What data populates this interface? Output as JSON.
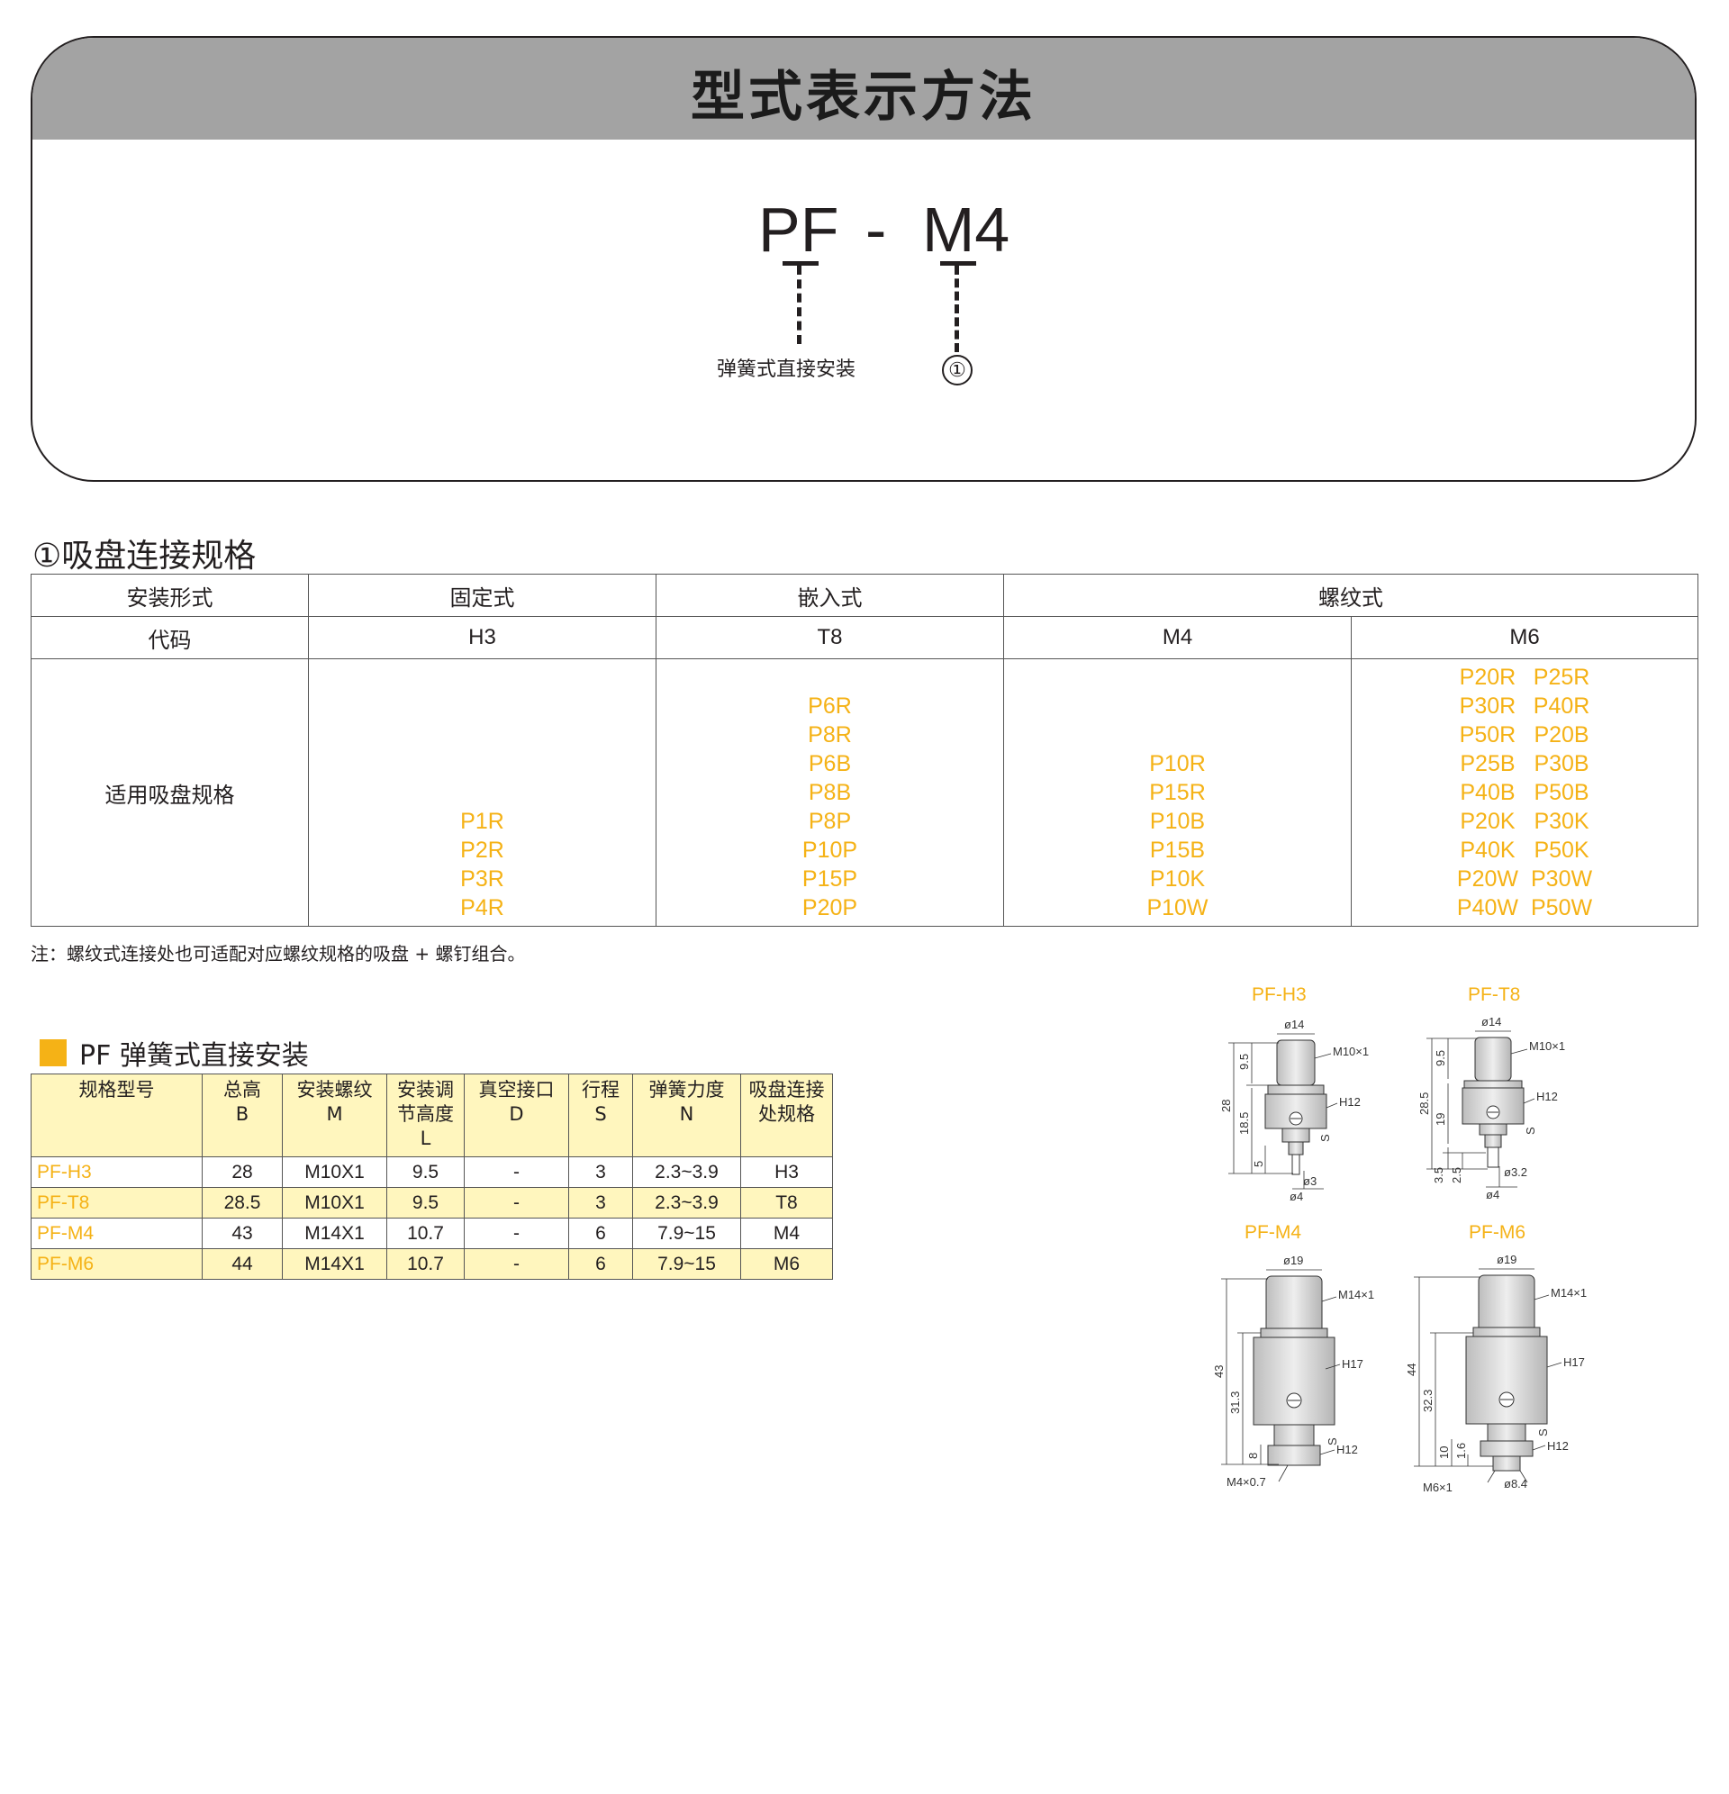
{
  "panel": {
    "title": "型式表示方法",
    "code_prefix": "PF",
    "code_dash": "-",
    "code_suffix": "M4",
    "prefix_label": "弹簧式直接安装",
    "suffix_label": "①"
  },
  "spec": {
    "heading": "①吸盘连接规格",
    "row1": {
      "label": "安装形式",
      "fixed": "固定式",
      "embedded": "嵌入式",
      "threaded": "螺纹式"
    },
    "row2": {
      "label": "代码",
      "h3": "H3",
      "t8": "T8",
      "m4": "M4",
      "m6": "M6"
    },
    "row3_label": "适用吸盘规格",
    "h3_items": [
      "P1R",
      "P2R",
      "P3R",
      "P4R"
    ],
    "t8_items": [
      "P6R",
      "P8R",
      "P6B",
      "P8B",
      "P8P",
      "P10P",
      "P15P",
      "P20P"
    ],
    "m4_items": [
      "P10R",
      "P15R",
      "P10B",
      "P15B",
      "P10K",
      "P10W"
    ],
    "m6_items": [
      "P20R",
      "P25R",
      "P30R",
      "P40R",
      "P50R",
      "P20B",
      "P25B",
      "P30B",
      "P40B",
      "P50B",
      "P20K",
      "P30K",
      "P40K",
      "P50K",
      "P20W",
      "P30W",
      "P40W",
      "P50W"
    ],
    "note": "注：螺纹式连接处也可适配对应螺纹规格的吸盘 + 螺钉组合。"
  },
  "pf": {
    "heading": "PF 弹簧式直接安装",
    "headers": {
      "model": "规格型号",
      "height": [
        "总高",
        "B"
      ],
      "thread": [
        "安装螺纹",
        "M"
      ],
      "adjust": [
        "安装调",
        "节高度",
        "L"
      ],
      "vacuum": [
        "真空接口",
        "D"
      ],
      "stroke": [
        "行程",
        "S"
      ],
      "spring": [
        "弹簧力度",
        "N"
      ],
      "conn": [
        "吸盘连接",
        "处规格"
      ]
    },
    "rows": [
      {
        "model": "PF-H3",
        "height": "28",
        "thread": "M10X1",
        "adjust": "9.5",
        "vacuum": "-",
        "stroke": "3",
        "spring": "2.3~3.9",
        "conn": "H3"
      },
      {
        "model": "PF-T8",
        "height": "28.5",
        "thread": "M10X1",
        "adjust": "9.5",
        "vacuum": "-",
        "stroke": "3",
        "spring": "2.3~3.9",
        "conn": "T8"
      },
      {
        "model": "PF-M4",
        "height": "43",
        "thread": "M14X1",
        "adjust": "10.7",
        "vacuum": "-",
        "stroke": "6",
        "spring": "7.9~15",
        "conn": "M4"
      },
      {
        "model": "PF-M6",
        "height": "44",
        "thread": "M14X1",
        "adjust": "10.7",
        "vacuum": "-",
        "stroke": "6",
        "spring": "7.9~15",
        "conn": "M6"
      }
    ]
  },
  "drawings": {
    "h3": {
      "title": "PF-H3",
      "top_dia": "ø14",
      "thread": "M10×1",
      "hex": "H12",
      "d1": "9.5",
      "d2": "28",
      "d3": "18.5",
      "d4": "5",
      "stroke": "S",
      "tip": "ø3",
      "bottom": "ø4"
    },
    "t8": {
      "title": "PF-T8",
      "top_dia": "ø14",
      "thread": "M10×1",
      "hex": "H12",
      "d1": "9.5",
      "d2": "28.5",
      "d3": "19",
      "d4": "3.5",
      "d5": "2.5",
      "stroke": "S",
      "tip": "ø3.2",
      "bottom": "ø4"
    },
    "m4": {
      "title": "PF-M4",
      "top_dia": "ø19",
      "thread": "M14×1",
      "hex": "H17",
      "d2": "43",
      "d3": "31.3",
      "d4": "8",
      "stroke": "S",
      "hex2": "H12",
      "bottom": "M4×0.7"
    },
    "m6": {
      "title": "PF-M6",
      "top_dia": "ø19",
      "thread": "M14×1",
      "hex": "H17",
      "d2": "44",
      "d3": "32.3",
      "d4": "10",
      "d5": "1.6",
      "stroke": "S",
      "hex2": "H12",
      "bottom_left": "M6×1",
      "bottom": "ø8.4"
    }
  },
  "colors": {
    "header_gray": "#a3a3a3",
    "accent_yellow": "#f5b216",
    "row_highlight": "#fff6be"
  }
}
